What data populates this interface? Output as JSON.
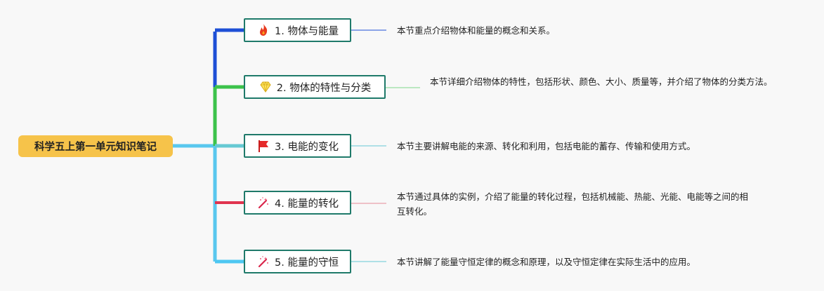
{
  "root": {
    "title": "科学五上第一单元知识笔记"
  },
  "topics": [
    {
      "label": "1. 物体与能量",
      "icon": "fire-icon",
      "color": "#1e4fd6",
      "description": "本节重点介绍物体和能量的概念和关系。"
    },
    {
      "label": "2. 物体的特性与分类",
      "icon": "diamond-icon",
      "color": "#3cc24a",
      "description": "本节详细介绍物体的特性，包括形状、颜色、大小、质量等，并介绍了物体的分类方法。"
    },
    {
      "label": "3. 电能的变化",
      "icon": "flag-icon",
      "color": "#66c9d3",
      "description": "本节主要讲解电能的来源、转化和利用，包括电能的蓄存、传输和使用方式。"
    },
    {
      "label": "4. 能量的转化",
      "icon": "magic-wand-icon",
      "color": "#e0344f",
      "description": "本节通过具体的实例，介绍了能量的转化过程，包括机械能、热能、光能、电能等之间的相互转化。"
    },
    {
      "label": "5. 能量的守恒",
      "icon": "magic-wand-icon",
      "color": "#4ec7f2",
      "description": "本节讲解了能量守恒定律的概念和原理，以及守恒定律在实际生活中的应用。"
    }
  ]
}
